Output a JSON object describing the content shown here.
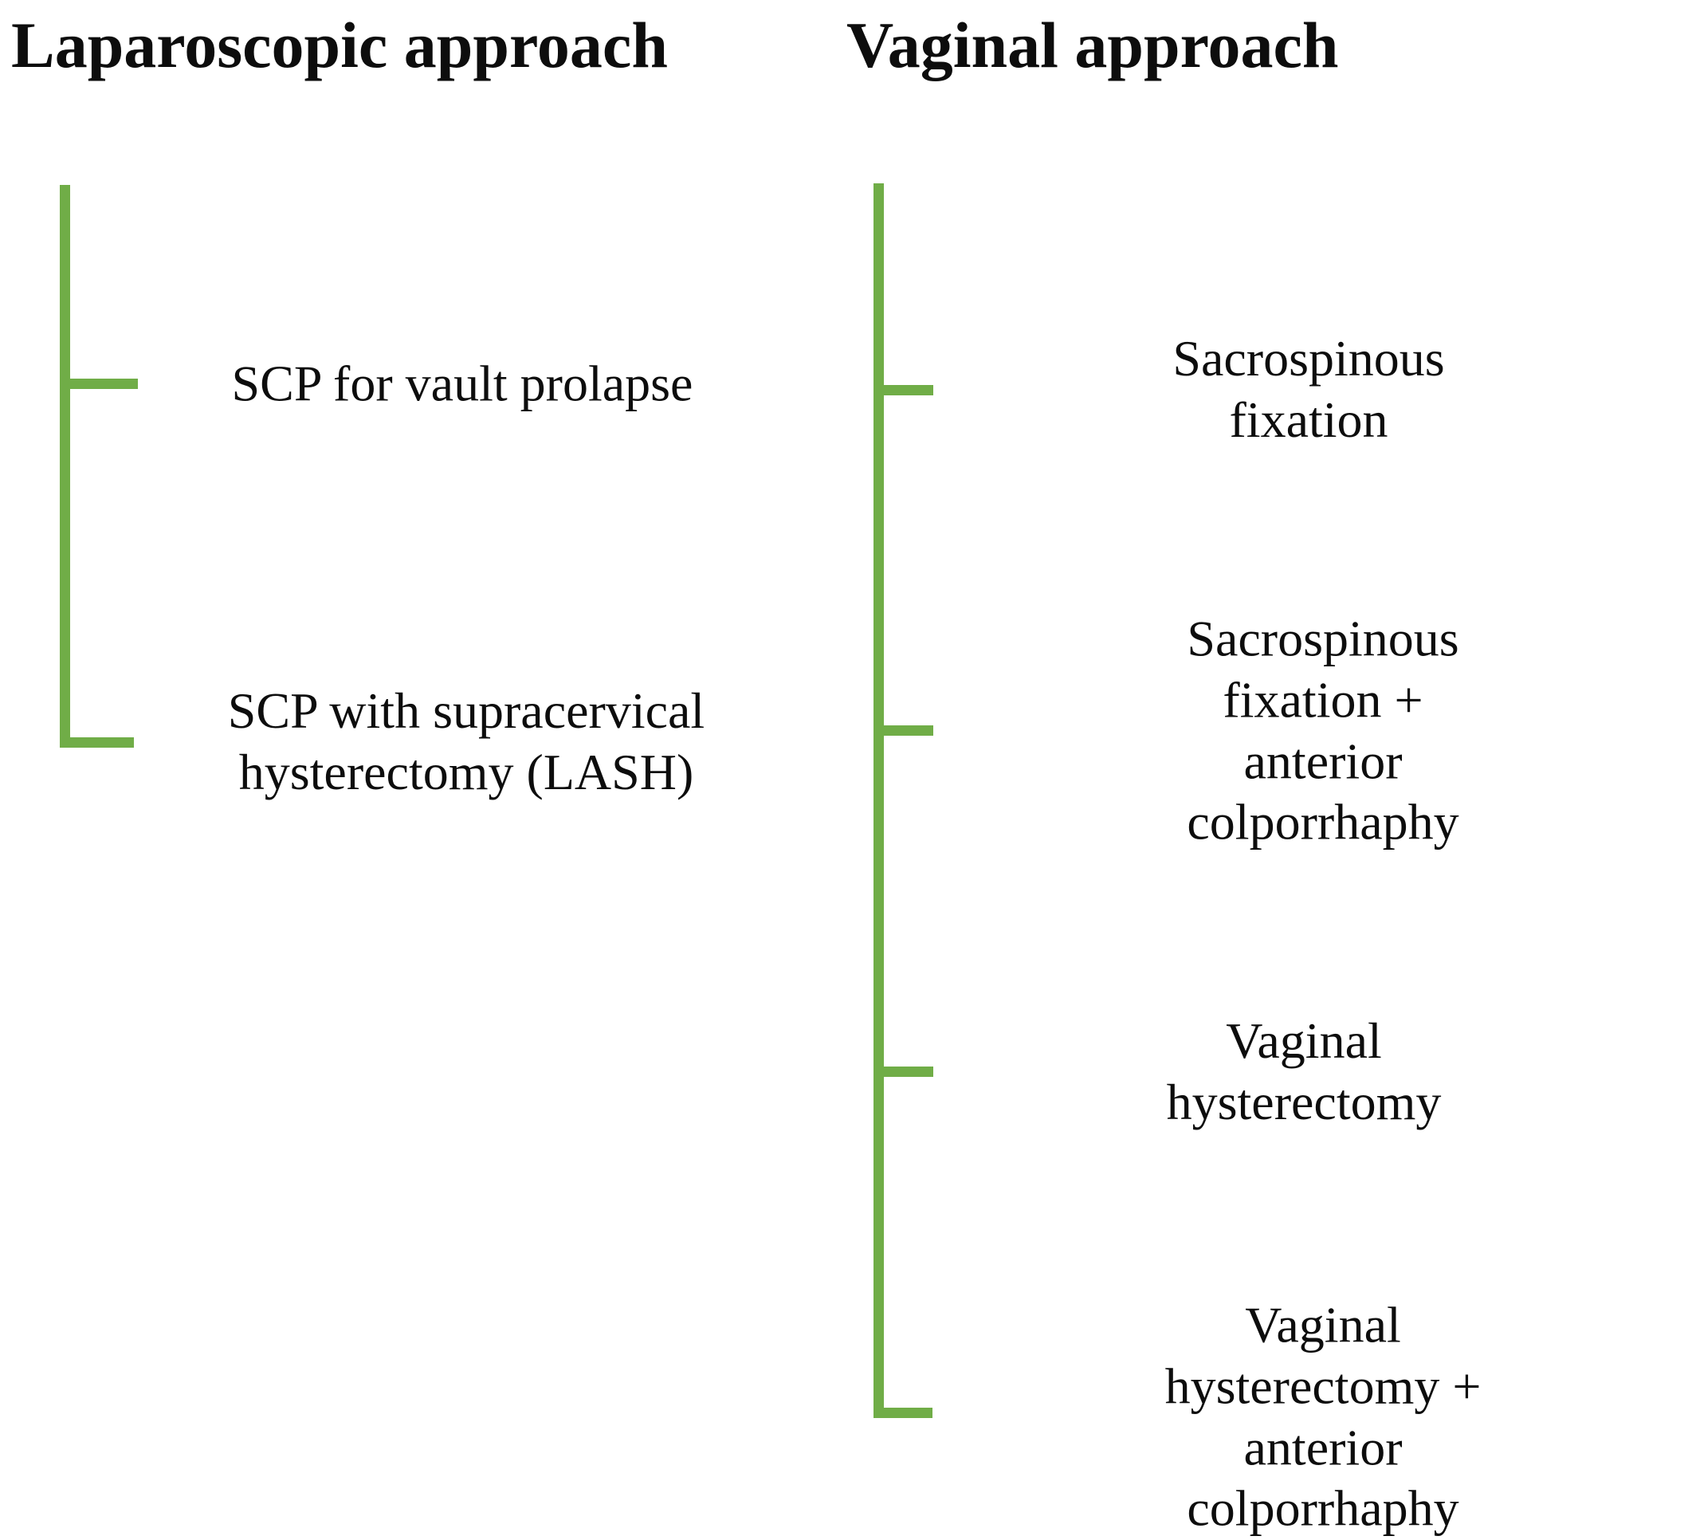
{
  "diagram": {
    "accent_color": "#70ad47",
    "columns": [
      {
        "title": "Laparoscopic approach",
        "items": [
          "SCP for vault prolapse",
          "SCP with supracervical\nhysterectomy (LASH)"
        ]
      },
      {
        "title": "Vaginal approach",
        "items": [
          "Sacrospinous fixation",
          "Sacrospinous fixation + anterior\ncolporrhaphy",
          "Vaginal hysterectomy",
          "Vaginal hysterectomy + anterior\ncolporrhaphy"
        ]
      }
    ]
  }
}
